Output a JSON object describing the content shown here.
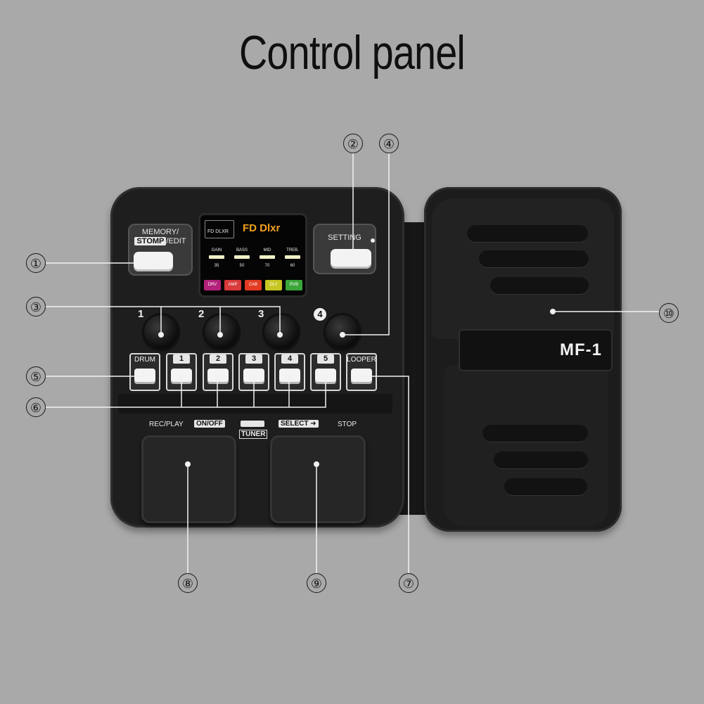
{
  "title": "Control panel",
  "memory_label": "MEMORY/",
  "stomp_label": "STOMP",
  "edit_label": "/EDIT",
  "setting_label": "SETTING",
  "screen": {
    "patch_box": "FD DLXR",
    "patch_name": "FD Dlxr",
    "params": [
      {
        "name": "GAIN",
        "value": "35"
      },
      {
        "name": "BASS",
        "value": "50"
      },
      {
        "name": "MID",
        "value": "70"
      },
      {
        "name": "TREB.",
        "value": "60"
      }
    ],
    "chain": [
      {
        "label": "DRV",
        "color": "#b3217a"
      },
      {
        "label": "AMP",
        "color": "#d93a3a"
      },
      {
        "label": "CAB",
        "color": "#e23a22"
      },
      {
        "label": "DLY",
        "color": "#c6c622"
      },
      {
        "label": "RVB",
        "color": "#3aa63a"
      }
    ]
  },
  "knobs": [
    "1",
    "2",
    "3",
    "4"
  ],
  "buttons": {
    "drum": "DRUM",
    "numbers": [
      "1",
      "2",
      "3",
      "4",
      "5"
    ],
    "looper": "LOOPER"
  },
  "foot": {
    "rec_play": "REC/PLAY",
    "on_off": "ON/OFF",
    "tuner": "TUNER",
    "select": "SELECT",
    "stop": "STOP"
  },
  "brand": "MF-1",
  "callouts": {
    "c1": "①",
    "c2": "②",
    "c3": "③",
    "c4": "④",
    "c5": "⑤",
    "c6": "⑥",
    "c7": "⑦",
    "c8": "⑧",
    "c9": "⑨",
    "c10": "⑩"
  }
}
